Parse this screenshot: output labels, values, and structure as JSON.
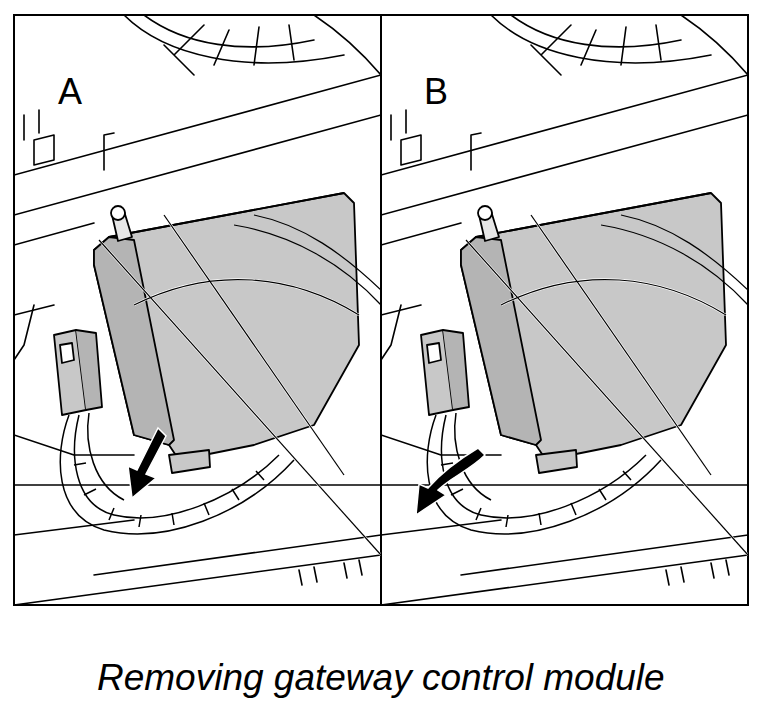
{
  "diagram": {
    "caption": "Removing gateway control module",
    "labels": [
      "A",
      "B"
    ]
  }
}
